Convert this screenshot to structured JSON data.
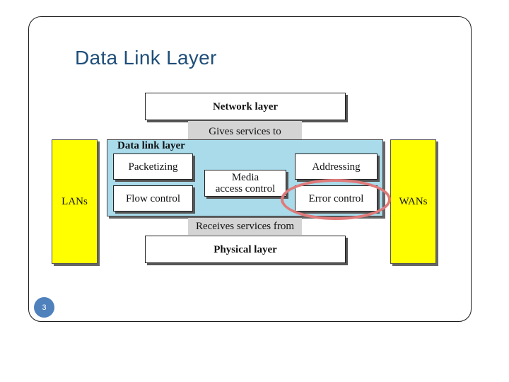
{
  "slide": {
    "title": "Data Link Layer",
    "page_number": "3"
  },
  "diagram": {
    "network_layer": "Network layer",
    "gives_services": "Gives services to",
    "data_link_layer": "Data link layer",
    "packetizing": "Packetizing",
    "flow_control": "Flow control",
    "media_access_line1": "Media",
    "media_access_line2": "access control",
    "addressing": "Addressing",
    "error_control": "Error control",
    "receives_services": "Receives services from",
    "physical_layer": "Physical layer",
    "lans": "LANs",
    "wans": "WANs"
  },
  "colors": {
    "title": "#1f4e79",
    "data_link_panel": "#a9dbea",
    "side_bars": "#ffff00",
    "highlight": "#e07a7a",
    "page_badge": "#4f81bd"
  }
}
